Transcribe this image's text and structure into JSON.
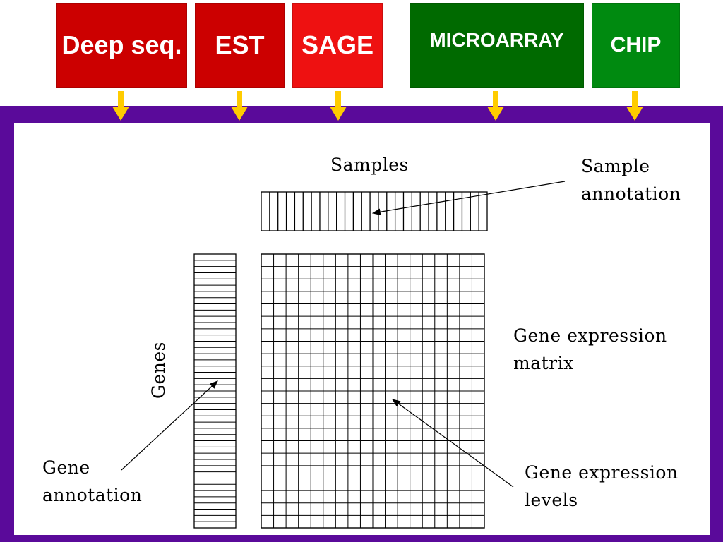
{
  "colors": {
    "frame": "#5a0a9a",
    "arrow": "#ffcc00",
    "dark_red": "#cc0000",
    "red": "#ee0000",
    "dark_green": "#006600",
    "green": "#008800"
  },
  "methods": [
    {
      "label": "Deep seq.",
      "color": "#cc0000"
    },
    {
      "label": "EST",
      "color": "#cc0000"
    },
    {
      "label": "SAGE",
      "color": "#ee1111"
    },
    {
      "label": "MICROARRAY",
      "color": "#006a00"
    },
    {
      "label": "CHIP",
      "color": "#008a10"
    }
  ],
  "diagram": {
    "samples_label": "Samples",
    "sample_annotation_label": "Sample annotation",
    "genes_label": "Genes",
    "gene_annotation_label": "Gene annotation",
    "matrix_label": "Gene expression matrix",
    "levels_label": "Gene expression levels",
    "sample_count": 27,
    "gene_count": 22
  }
}
